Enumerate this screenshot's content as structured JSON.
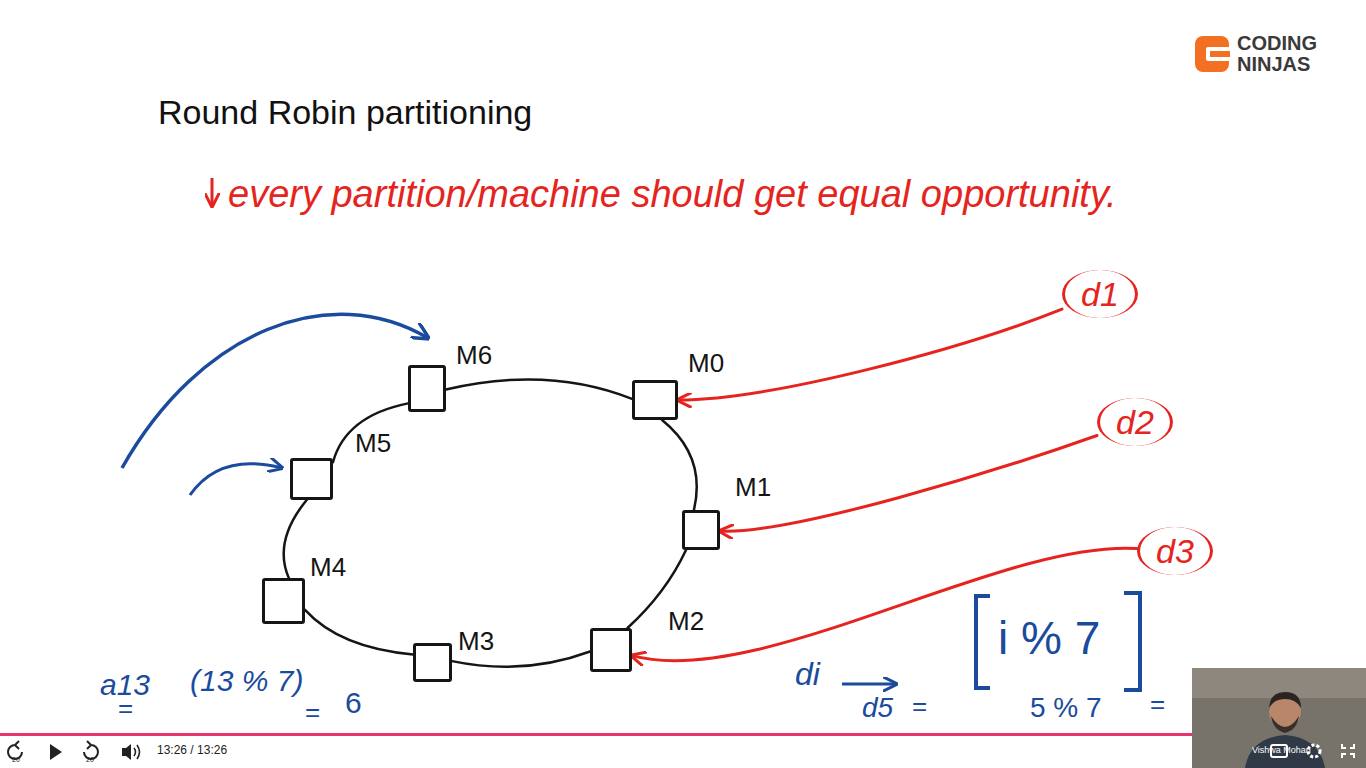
{
  "diagram": {
    "title": "Round Robin partitioning",
    "nodes": [
      {
        "text": [
          "M0"
        ]
      },
      {
        "text": [
          "M1"
        ]
      },
      {
        "text": [
          "M2"
        ]
      },
      {
        "text": [
          "M3"
        ]
      },
      {
        "text": [
          "M4"
        ]
      },
      {
        "text": [
          "M5"
        ]
      },
      {
        "text": [
          "M6"
        ]
      },
      {
        "text": [
          "d1"
        ]
      },
      {
        "text": [
          "d2"
        ]
      },
      {
        "text": [
          "d3"
        ]
      }
    ],
    "edges": [
      {
        "from": 7,
        "to": 0,
        "arrow": "to"
      },
      {
        "from": 8,
        "to": 1,
        "arrow": "to"
      },
      {
        "from": 9,
        "to": 2,
        "arrow": "to"
      },
      {
        "from": 6,
        "to": 0,
        "arrow": "none"
      },
      {
        "from": 0,
        "to": 1,
        "arrow": "none"
      },
      {
        "from": 1,
        "to": 2,
        "arrow": "none"
      },
      {
        "from": 2,
        "to": 3,
        "arrow": "none"
      },
      {
        "from": 3,
        "to": 4,
        "arrow": "none"
      },
      {
        "from": 4,
        "to": 5,
        "arrow": "none"
      },
      {
        "from": 5,
        "to": 6,
        "arrow": "none"
      }
    ],
    "labels": [
      "every partition/machine should get equal opportunity.",
      "a13",
      "=",
      "(13 % 7)",
      "=",
      "6",
      "di",
      "i % 7",
      "d5",
      "=",
      "5 % 7",
      "=",
      "CODING",
      "NINJAS",
      "20",
      "20",
      "13:26 / 13:26",
      "Vishwa Mohan"
    ]
  }
}
